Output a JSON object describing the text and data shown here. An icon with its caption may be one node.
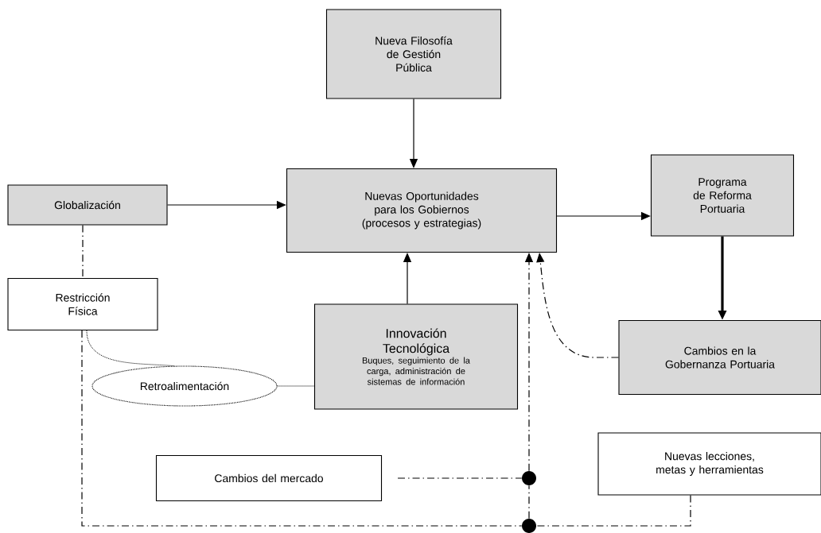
{
  "diagram": {
    "nodes": [
      {
        "text": [
          "Nueva Filosofía de Gestión Pública"
        ]
      },
      {
        "text": [
          "Globalización"
        ]
      },
      {
        "text": [
          "Nuevas Oportunidades para los Gobiernos (procesos y estrategias)"
        ]
      },
      {
        "text": [
          "Programa de Reforma Portuaria"
        ]
      },
      {
        "text": [
          "Restricción Física"
        ]
      },
      {
        "text": [
          "Innovación Tecnológica",
          "Buques, seguimiento de la carga, administración de sistemas de información"
        ]
      },
      {
        "text": [
          "Cambios en la Gobernanza Portuaria"
        ]
      },
      {
        "text": [
          "Retroalimentación"
        ]
      },
      {
        "text": [
          "Cambios del mercado"
        ]
      },
      {
        "text": [
          "Nuevas lecciones, metas y herramientas"
        ]
      },
      {
        "text": [],
        "shape": "circle"
      },
      {
        "text": [],
        "shape": "circle"
      }
    ],
    "edges": [
      {
        "from": 0,
        "to": 2,
        "arrow": "to"
      },
      {
        "from": 1,
        "to": 2,
        "arrow": "to"
      },
      {
        "from": 2,
        "to": 3,
        "arrow": "to"
      },
      {
        "from": 3,
        "to": 6,
        "arrow": "to",
        "style": "thick"
      },
      {
        "from": 5,
        "to": 2,
        "arrow": "to"
      },
      {
        "from": 1,
        "to": 4,
        "arrow": "none",
        "style": "dashed"
      },
      {
        "from": 4,
        "to": 7,
        "arrow": "none",
        "style": "dashed"
      },
      {
        "from": 7,
        "to": 5,
        "arrow": "none",
        "style": "dashed"
      },
      {
        "from": 6,
        "to": 2,
        "arrow": "to",
        "style": "dashed"
      },
      {
        "from": 8,
        "to": 10,
        "arrow": "none",
        "style": "dashed"
      },
      {
        "from": 10,
        "to": 2,
        "arrow": "to",
        "style": "dashed"
      },
      {
        "from": 11,
        "to": 10,
        "arrow": "none",
        "style": "dashed"
      },
      {
        "from": 4,
        "to": 11,
        "arrow": "none",
        "style": "dashed"
      },
      {
        "from": 9,
        "to": 11,
        "arrow": "none",
        "style": "dashed"
      }
    ]
  }
}
